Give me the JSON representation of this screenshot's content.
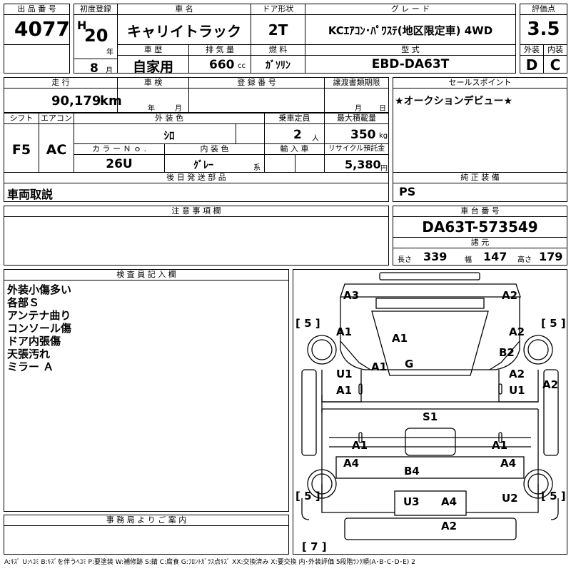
{
  "header": {
    "lot_label": "出 品 番 号",
    "lot_no": "4077",
    "first_reg_label": "初度登録",
    "era": "H",
    "year": "20",
    "year_unit": "年",
    "month": "8",
    "month_unit": "月",
    "name_label": "車 名",
    "car_name": "キャリイトラック",
    "history_label": "車 歴",
    "history": "自家用",
    "displacement_label": "排 気 量",
    "displacement": "660",
    "displacement_unit": "cc",
    "door_label": "ドア形状",
    "door": "2T",
    "fuel_label": "燃 料",
    "fuel": "ｶﾞｿﾘﾝ",
    "grade_label": "グ レ ー ド",
    "grade": "KCｴｱｺﾝ･ﾊﾟﾜｽﾃ(地区限定車) 4WD",
    "model_label": "型 式",
    "model": "EBD-DA63T",
    "score_label": "評価点",
    "score": "3.5",
    "exterior_label": "外装",
    "exterior": "D",
    "interior_label": "内装",
    "interior": "C"
  },
  "row2": {
    "mileage_label": "走 行",
    "mileage": "90,179",
    "mileage_unit": "km",
    "inspection_label": "車 検",
    "insp_year_unit": "年",
    "insp_month_unit": "月",
    "reg_label": "登 録 番 号",
    "transfer_label": "譲渡書類期限",
    "transfer_month": "月",
    "transfer_day": "日",
    "sales_label": "セールスポイント",
    "sales_point": "★オークションデビュー★"
  },
  "row3": {
    "shift_label": "シフト",
    "shift": "F5",
    "ac_label": "エアコン",
    "ac": "AC",
    "color_label": "外 装 色",
    "color": "ｼﾛ",
    "capacity_label": "乗車定員",
    "capacity": "2",
    "capacity_unit": "人",
    "load_label": "最大積載量",
    "load": "350",
    "load_unit": "kg",
    "color_no_label": "カ ラ ー Ｎ ｏ .",
    "color_no": "26U",
    "int_color_label": "内 装 色",
    "int_color": "ｸﾞﾚｰ",
    "int_color_unit": "系",
    "import_label": "輸 入 車",
    "recycle_label": "リサイクル預託金",
    "recycle": "5,380",
    "recycle_unit": "円"
  },
  "parts": {
    "label": "後 日 発 送 部 品",
    "value": "車両取説",
    "equip_label": "純 正 装 備",
    "equip": "PS"
  },
  "notes": {
    "label": "注 意 事 項 欄"
  },
  "chassis": {
    "label": "車 台 番 号",
    "value": "DA63T-573549",
    "spec_label": "諸 元",
    "length_label": "長さ",
    "length": "339",
    "width_label": "幅",
    "width": "147",
    "height_label": "高さ",
    "height": "179"
  },
  "inspector": {
    "label": "検 査 員 記 入 欄",
    "lines": [
      "外装小傷多い",
      "各部Ｓ",
      "アンテナ曲り",
      "コンソール傷",
      "ドア内張傷",
      "天張汚れ",
      "ミラー Ａ"
    ]
  },
  "office": {
    "label": "事 務 局 よ り ご 案 内"
  },
  "diagram": {
    "marks": {
      "a3": "A3",
      "a2_top": "A2",
      "a1_left_fender": "A1",
      "a1_cab": "A1",
      "a2_right_fender": "A2",
      "b2": "B2",
      "u1_left": "U1",
      "a1_pillar": "A1",
      "g": "G",
      "a2_right_door": "A2",
      "u1_right": "U1",
      "a1_left_door": "A1",
      "a2_right_side": "A2",
      "s1": "S1",
      "a1_bed_left": "A1",
      "a1_bed_right": "A1",
      "a4_left": "A4",
      "a4_right": "A4",
      "b4": "B4",
      "u3": "U3",
      "a4_rear": "A4",
      "u2": "U2",
      "a2_bottom": "A2"
    },
    "tires": {
      "fl": "[ 5 ]",
      "fr": "[ 5 ]",
      "rl": "[ 5 ]",
      "rr": "[ 5 ]",
      "spare": "[ 7 ]"
    }
  },
  "legend": "A:ｷｽﾞ U:ﾍｺﾐ B:ｷｽﾞを伴うﾍｺﾐ P:要塗装 W:補修跡 S:錆 C:腐食 G:ﾌﾛﾝﾄｶﾞﾗｽ点ｷｽﾞ XX:交換済み X:要交換 内･外装評価 5段階ﾗﾝｸ順(A･B･C･D･E) 2"
}
